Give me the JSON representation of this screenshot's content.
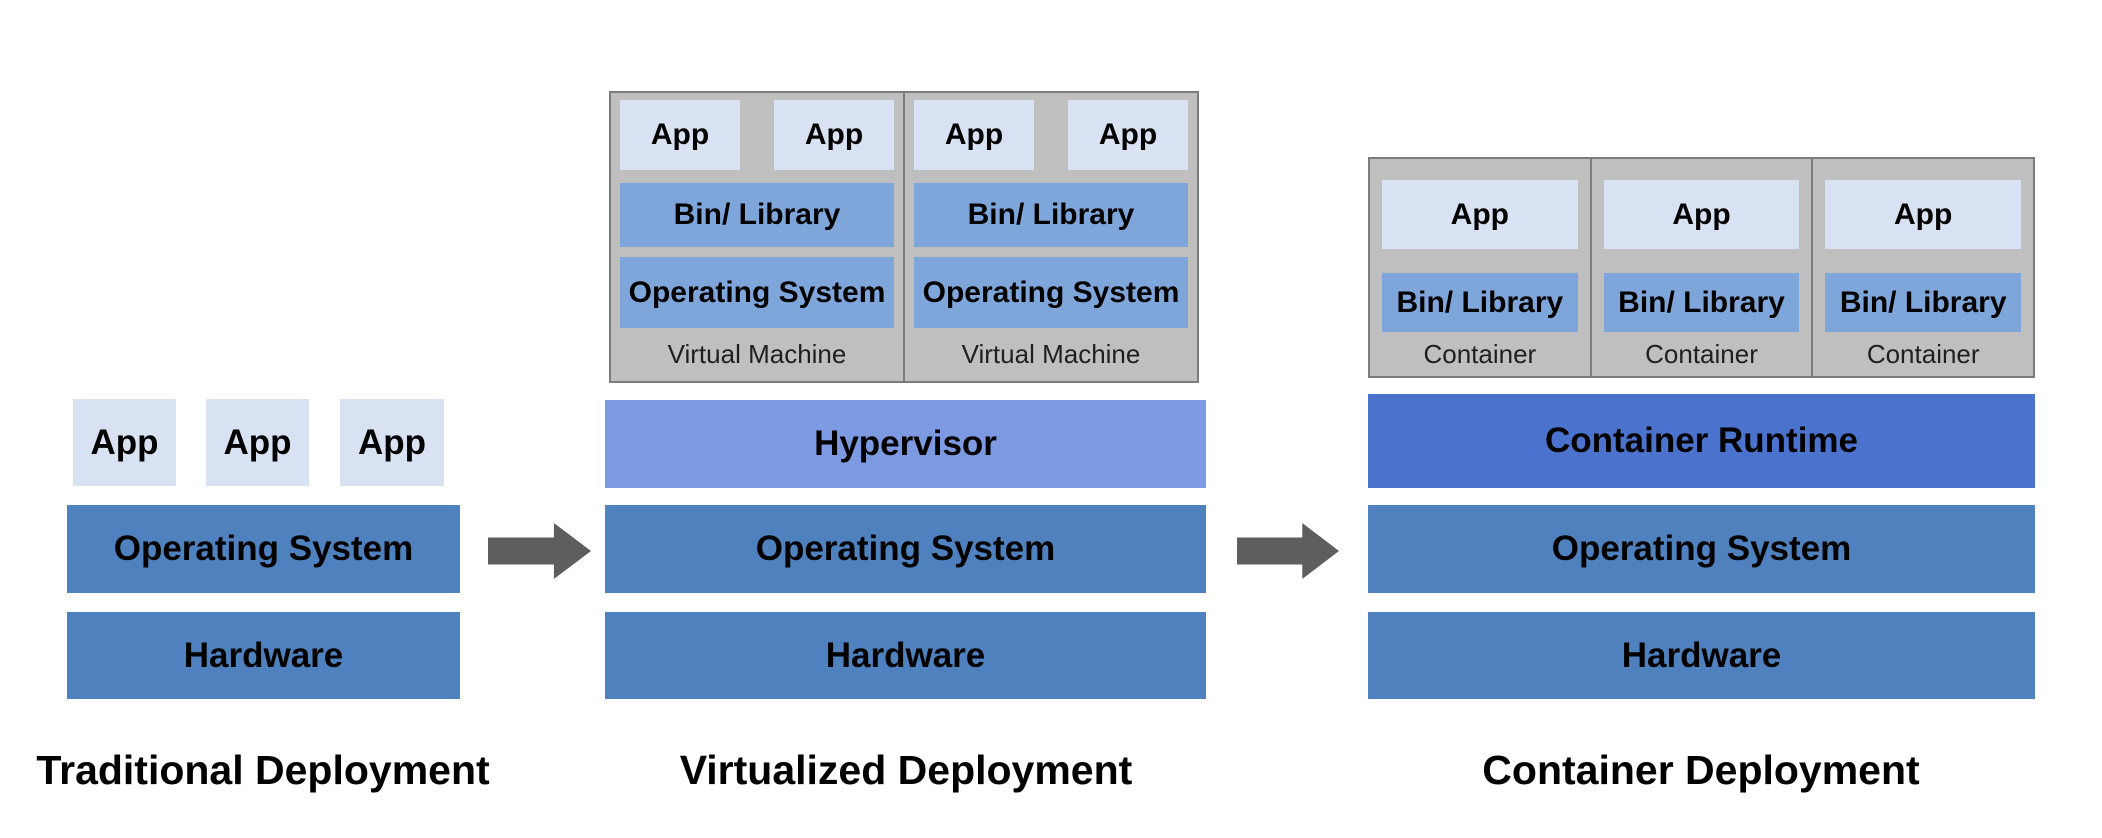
{
  "colors": {
    "app_fill": "#D9E2F3",
    "inner_bar": "#7FA6DB",
    "main_bar": "#4E81BE",
    "hypervisor_bar": "#7D99E2",
    "runtime_bar": "#4B73CE",
    "box_fill": "#BFBFBF",
    "box_border": "#7C7C7C",
    "arrow_fill": "#5E5E5E",
    "label_text": "#000000",
    "caption_text": "#1F1F1F"
  },
  "traditional": {
    "title": "Traditional Deployment",
    "apps": [
      "App",
      "App",
      "App"
    ],
    "os_label": "Operating System",
    "hardware_label": "Hardware"
  },
  "virtualized": {
    "title": "Virtualized Deployment",
    "hypervisor_label": "Hypervisor",
    "os_label": "Operating System",
    "hardware_label": "Hardware",
    "vms": [
      {
        "caption": "Virtual Machine",
        "apps": [
          "App",
          "App"
        ],
        "bin_label": "Bin/ Library",
        "os_label": "Operating System"
      },
      {
        "caption": "Virtual Machine",
        "apps": [
          "App",
          "App"
        ],
        "bin_label": "Bin/ Library",
        "os_label": "Operating System"
      }
    ]
  },
  "container": {
    "title": "Container Deployment",
    "runtime_label": "Container Runtime",
    "os_label": "Operating System",
    "hardware_label": "Hardware",
    "containers": [
      {
        "caption": "Container",
        "app_label": "App",
        "bin_label": "Bin/ Library"
      },
      {
        "caption": "Container",
        "app_label": "App",
        "bin_label": "Bin/ Library"
      },
      {
        "caption": "Container",
        "app_label": "App",
        "bin_label": "Bin/ Library"
      }
    ]
  }
}
